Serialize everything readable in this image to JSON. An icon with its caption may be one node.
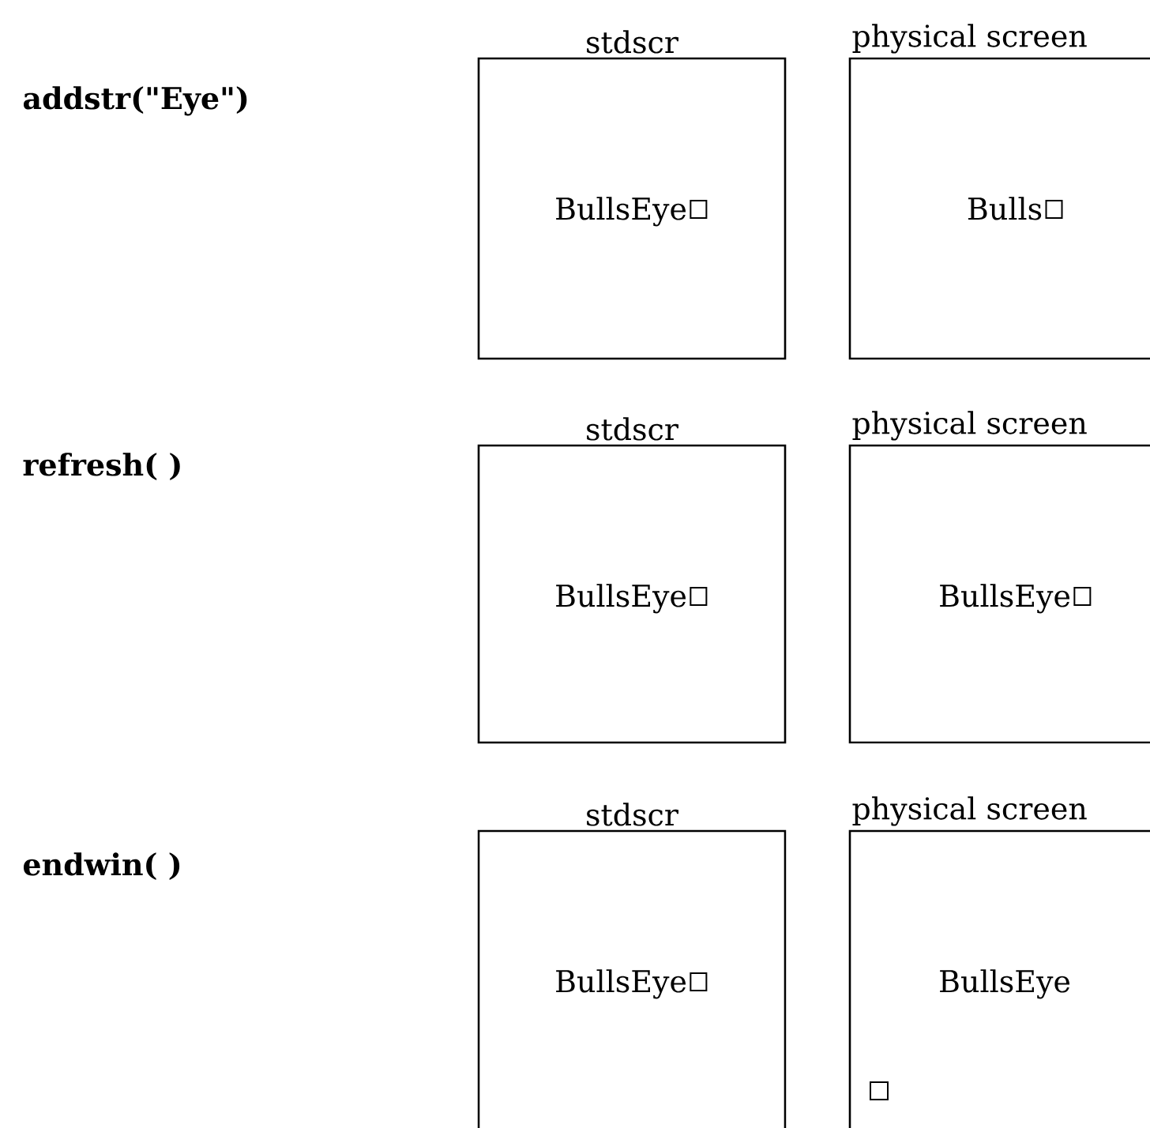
{
  "diagram": {
    "nodes": [
      {
        "text": [
          "stdscr",
          "BullsEye"
        ]
      },
      {
        "text": [
          "physical screen",
          "Bulls"
        ]
      },
      {
        "text": [
          "stdscr",
          "BullsEye"
        ]
      },
      {
        "text": [
          "physical screen",
          "BullsEye"
        ]
      },
      {
        "text": [
          "stdscr",
          "BullsEye"
        ]
      },
      {
        "text": [
          "physical screen",
          "BullsEye"
        ]
      }
    ],
    "labels": [
      "addstr(\"Eye\")",
      "refresh( )",
      "endwin( )"
    ]
  }
}
